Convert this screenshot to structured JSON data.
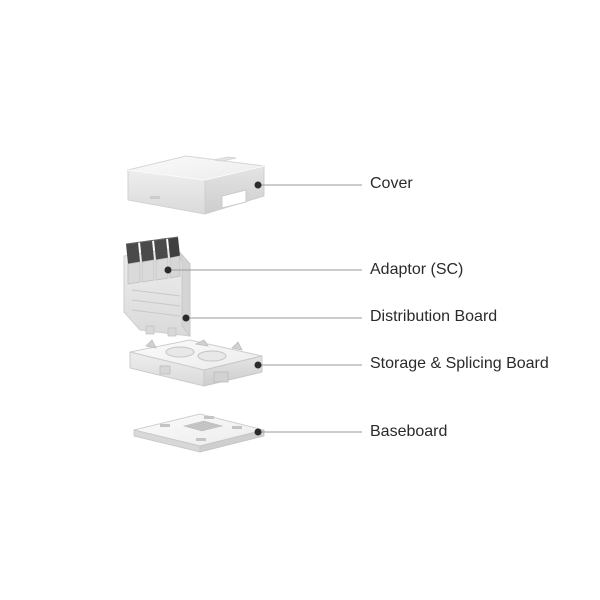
{
  "components": [
    {
      "id": "cover",
      "label": "Cover"
    },
    {
      "id": "adaptor",
      "label": "Adaptor (SC)"
    },
    {
      "id": "distribution",
      "label": "Distribution Board"
    },
    {
      "id": "storage",
      "label": "Storage & Splicing Board"
    },
    {
      "id": "baseboard",
      "label": "Baseboard"
    }
  ],
  "colors": {
    "part_light": "#f4f4f4",
    "part_mid": "#e2e2e2",
    "part_dark": "#cfcfcf",
    "adaptor_dark": "#4a4a4a",
    "leader_line": "#9a9a9a",
    "marker_dot": "#2b2b2b",
    "label_text": "#2a2a2a"
  }
}
